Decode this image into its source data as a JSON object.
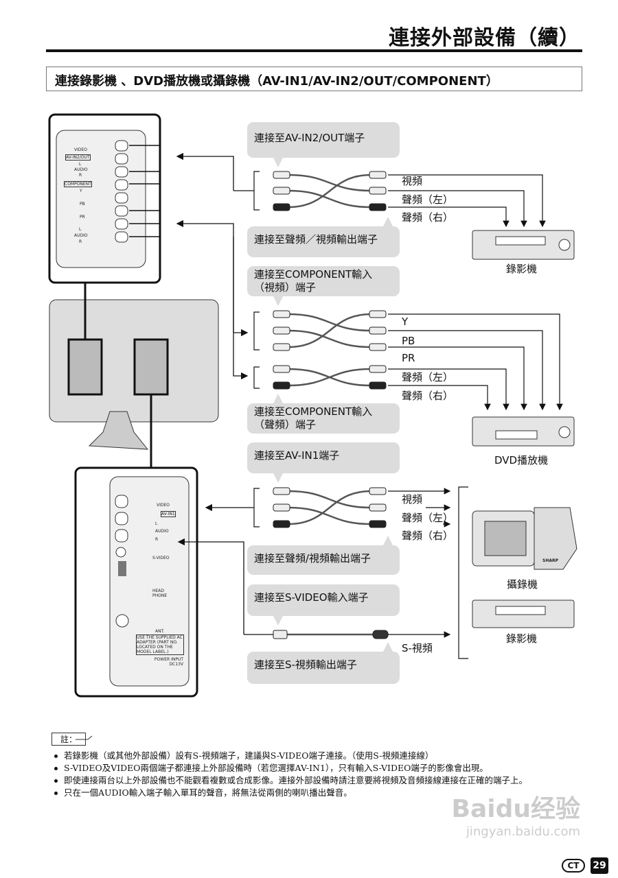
{
  "header": {
    "title": "連接外部設備（續）",
    "subtitle": "連接錄影機 、DVD播放機或攝錄機（AV-IN1/AV-IN2/OUT/COMPONENT）"
  },
  "callouts": [
    {
      "lines": [
        "連接至AV-IN2/OUT端子"
      ]
    },
    {
      "lines": [
        "連接至聲頻／視頻輸出端子"
      ]
    },
    {
      "lines": [
        "連接至COMPONENT輸入",
        "（視頻）端子"
      ]
    },
    {
      "lines": [
        "連接至COMPONENT輸入",
        "（聲頻）端子"
      ]
    },
    {
      "lines": [
        "連接至AV-IN1端子"
      ]
    },
    {
      "lines": [
        "連接至聲頻/視頻輸出端子"
      ]
    },
    {
      "lines": [
        "連接至S-VIDEO輸入端子"
      ]
    },
    {
      "lines": [
        "連接至S-視頻輸出端子"
      ]
    }
  ],
  "cable_labels": {
    "av2": [
      "視頻",
      "聲頻（左）",
      "聲頻（右）"
    ],
    "component": [
      "Y",
      "PB",
      "PR",
      "聲頻（左）",
      "聲頻（右）"
    ],
    "av1": [
      "視頻",
      "聲頻（左）",
      "聲頻（右）"
    ],
    "svideo": "S-視頻"
  },
  "devices": {
    "vcr1": "錄影機",
    "dvd": "DVD播放機",
    "camcorder": "攝錄機",
    "vcr2": "錄影機",
    "camcorder_brand": "SHARP"
  },
  "panel_top": {
    "labels": [
      "VIDEO",
      "AV-IN2/OUT",
      "L",
      "AUDIO",
      "R",
      "COMPONENT",
      "Y",
      "PB",
      "PR",
      "L",
      "AUDIO",
      "R"
    ]
  },
  "panel_side": {
    "labels": [
      "VIDEO",
      "AV-IN1",
      "L",
      "AUDIO",
      "R",
      "S-VIDEO",
      "HEAD PHONE",
      "ANT.",
      "USE THE SUPPLIED AC ADAPTER (PART NO. LOCATED ON THE MODEL LABEL.)",
      "POWER INPUT DC13V"
    ]
  },
  "notes": {
    "tag": "註：",
    "items": [
      "若錄影機（或其他外部設備）設有S-視頻端子，建議與S-VIDEO端子連接。（使用S-視頻連接線）",
      "S-VIDEO及VIDEO兩個端子都連接上外部設備時（若您選擇AV-IN1），只有輸入S-VIDEO端子的影像會出現。",
      "即使連接兩台以上外部設備也不能觀看複數或合成影像。連接外部設備時請注意要將視頻及音頻接線連接在正確的端子上。",
      "只在一個AUDIO輸入端子輸入單耳的聲音，將無法從兩側的喇叭播出聲音。"
    ]
  },
  "watermark": {
    "brand": "Baidu经验",
    "url": "jingyan.baidu.com"
  },
  "footer": {
    "lang_badge": "CT",
    "page": "29"
  }
}
